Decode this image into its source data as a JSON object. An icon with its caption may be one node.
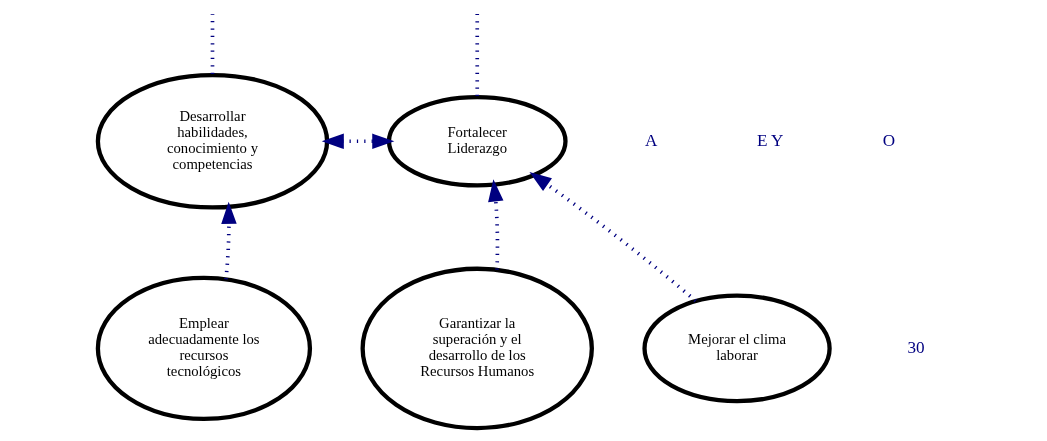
{
  "diagram": {
    "nodes": [
      {
        "text": [
          "Desarrollar habilidades, conocimiento y competencias"
        ]
      },
      {
        "text": [
          "Fortalecer Liderazgo"
        ]
      },
      {
        "text": [
          "Emplear adecuadamente los recursos tecnológicos"
        ]
      },
      {
        "text": [
          "Garantizar la superación y el desarrollo de los Recursos Humanos"
        ]
      },
      {
        "text": [
          "Mejorar el clima laborar"
        ]
      }
    ],
    "edges": [
      {
        "from": null,
        "to": 0,
        "arrow": "none"
      },
      {
        "from": null,
        "to": 1,
        "arrow": "none"
      },
      {
        "from": 0,
        "to": 1,
        "arrow": "both"
      },
      {
        "from": 2,
        "to": 0,
        "arrow": "to"
      },
      {
        "from": 3,
        "to": 1,
        "arrow": "to"
      },
      {
        "from": 4,
        "to": 1,
        "arrow": "to"
      }
    ],
    "labels": [
      "A",
      "E Y",
      "O",
      "30"
    ]
  }
}
